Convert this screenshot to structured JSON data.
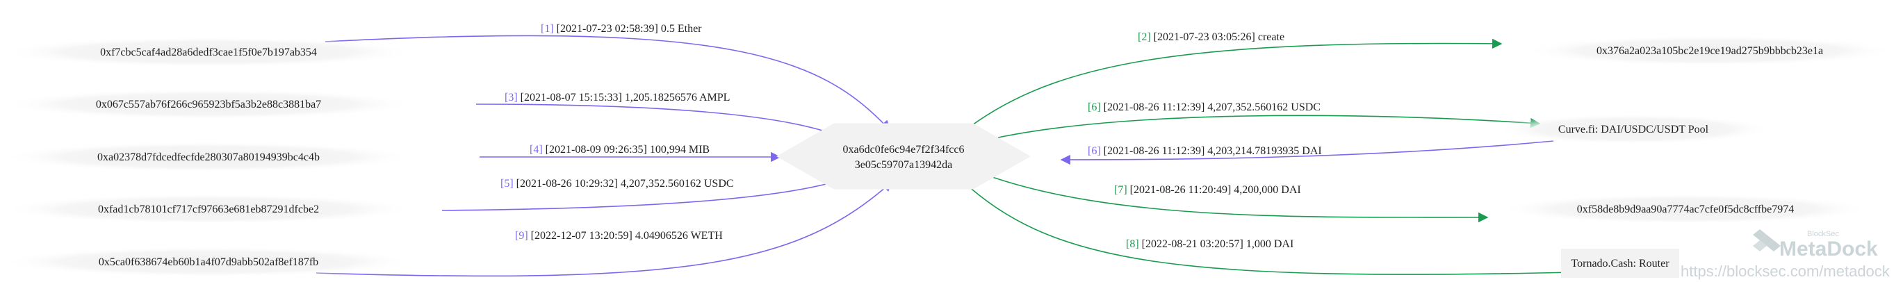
{
  "colors": {
    "inflow_edge": "#7b68ee",
    "outflow_edge": "#1a9c50",
    "node_fill": "#f3f3f3",
    "watermark": "#c9d3d6"
  },
  "center_node": {
    "line1": "0xa6dc0fe6c94e7f2f34fcc6",
    "line2": "3e05c59707a13942da"
  },
  "left_nodes": [
    {
      "label": "0xf7cbc5caf4ad28a6dedf3cae1f5f0e7b197ab354"
    },
    {
      "label": "0x067c557ab76f266c965923bf5a3b2e88c3881ba7"
    },
    {
      "label": "0xa02378d7fdcedfecfde280307a80194939bc4c4b"
    },
    {
      "label": "0xfad1cb78101cf717cf97663e681eb87291dfcbe2"
    },
    {
      "label": "0x5ca0f638674eb60b1a4f07d9abb502af8ef187fb"
    }
  ],
  "right_nodes": [
    {
      "label": "0x376a2a023a105bc2e19ce19ad275b9bbbcb23e1a"
    },
    {
      "label": "Curve.fi: DAI/USDC/USDT Pool"
    },
    {
      "label": "0xf58de8b9d9aa90a7774ac7cfe0f5dc8cffbe7974"
    },
    {
      "label": "Tornado.Cash: Router"
    }
  ],
  "edges": [
    {
      "idx": "[1]",
      "text": "[2021-07-23 02:58:39] 0.5 Ether",
      "kind": "in"
    },
    {
      "idx": "[2]",
      "text": "[2021-07-23 03:05:26] create",
      "kind": "out"
    },
    {
      "idx": "[3]",
      "text": "[2021-08-07 15:15:33] 1,205.18256576 AMPL",
      "kind": "in"
    },
    {
      "idx": "[6]",
      "text": "[2021-08-26 11:12:39] 4,207,352.560162 USDC",
      "kind": "out"
    },
    {
      "idx": "[4]",
      "text": "[2021-08-09 09:26:35] 100,994 MIB",
      "kind": "in"
    },
    {
      "idx": "[6]",
      "text": "[2021-08-26 11:12:39] 4,203,214.78193935 DAI",
      "kind": "in"
    },
    {
      "idx": "[5]",
      "text": "[2021-08-26 10:29:32] 4,207,352.560162 USDC",
      "kind": "in"
    },
    {
      "idx": "[7]",
      "text": "[2021-08-26 11:20:49] 4,200,000 DAI",
      "kind": "out"
    },
    {
      "idx": "[9]",
      "text": "[2022-12-07 13:20:59] 4.04906526 WETH",
      "kind": "in"
    },
    {
      "idx": "[8]",
      "text": "[2022-08-21 03:20:57] 1,000 DAI",
      "kind": "out"
    }
  ],
  "watermark": {
    "brand": "MetaDock",
    "sub": "BlockSec",
    "url": "https://blocksec.com/metadock"
  }
}
